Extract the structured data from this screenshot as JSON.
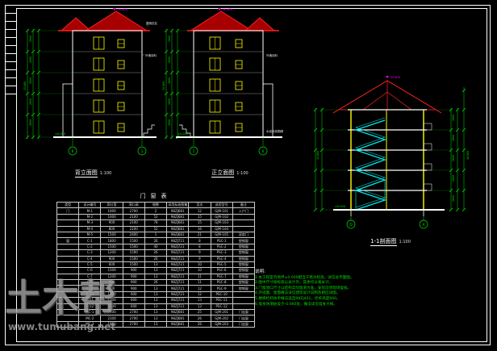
{
  "sheet": {
    "bg": "#000000",
    "line": "#ffffff"
  },
  "watermark": {
    "brand": "土木帮",
    "site": "www.tumubang.net"
  },
  "dims": {
    "floor": "2800",
    "elev_total": "15.600",
    "section_total": "16.800",
    "ridge": "19.870",
    "ground": "±0.000"
  },
  "callouts": {
    "e1_roof": "屋面挂瓦",
    "e1_wall": "外墙涂料",
    "e2_wall": "外墙涂料",
    "e2_base": "水泥砂浆勒脚"
  },
  "drawings": {
    "elev_back": {
      "title": "背立面图",
      "scale": "1:100",
      "axis_left": "6",
      "axis_right": "1"
    },
    "elev_front": {
      "title": "正立面图",
      "scale": "1:100",
      "axis_left": "1",
      "axis_right": "6"
    },
    "section": {
      "title": "1-1剖面图",
      "scale": "1:100",
      "axis_left": "D",
      "axis_right": "A"
    }
  },
  "schedule": {
    "title": "门窗表",
    "headers": [
      "类型",
      "设计编号",
      "洞口宽",
      "洞口高",
      "樘数",
      "采用标准图集",
      "页次",
      "选用型号",
      "备注"
    ],
    "rows": [
      [
        "门",
        "M-1",
        "1000",
        "2700",
        "2",
        "98ZJ681",
        "12",
        "GJM-101",
        "入户门"
      ],
      [
        "",
        "M-2",
        "1000",
        "2100",
        "52",
        "98ZJ681",
        "15",
        "GJM-102",
        ""
      ],
      [
        "",
        "M-3",
        "900",
        "2100",
        "78",
        "98ZJ681",
        "15",
        "GJM-103",
        ""
      ],
      [
        "",
        "M-4",
        "800",
        "2100",
        "52",
        "98ZJ681",
        "16",
        "GJM-104",
        ""
      ],
      [
        "",
        "M-5",
        "1500",
        "2400",
        "1",
        "98ZJ681",
        "21",
        "GJM-105",
        "双扇门"
      ],
      [
        "窗",
        "C-1",
        "1800",
        "1500",
        "26",
        "98ZJ721",
        "8",
        "PSC-1",
        "塑钢窗"
      ],
      [
        "",
        "C-2",
        "1500",
        "1500",
        "40",
        "98ZJ721",
        "8",
        "PSC-2",
        "塑钢窗"
      ],
      [
        "",
        "C-3",
        "1200",
        "1500",
        "26",
        "98ZJ721",
        "9",
        "PSC-3",
        "塑钢窗"
      ],
      [
        "",
        "C-4",
        "900",
        "1500",
        "26",
        "98ZJ721",
        "9",
        "PSC-4",
        "塑钢窗"
      ],
      [
        "",
        "C-5",
        "600",
        "1500",
        "13",
        "98ZJ721",
        "10",
        "PSC-5",
        "塑钢窗"
      ],
      [
        "",
        "C-6",
        "1500",
        "900",
        "13",
        "98ZJ721",
        "10",
        "PSC-6",
        "塑钢窗"
      ],
      [
        "",
        "C-7",
        "1200",
        "900",
        "13",
        "98ZJ721",
        "11",
        "PSC-7",
        "塑钢窗"
      ],
      [
        "",
        "C-8",
        "900",
        "900",
        "26",
        "98ZJ721",
        "11",
        "PSC-8",
        "塑钢窗"
      ],
      [
        "",
        "C-9",
        "600",
        "900",
        "13",
        "98ZJ721",
        "12",
        "PSC-9",
        "塑钢窗"
      ],
      [
        "",
        "C-10",
        "1800",
        "600",
        "13",
        "98ZJ721",
        "12",
        "PSC-10",
        ""
      ],
      [
        "",
        "C-11",
        "1500",
        "600",
        "13",
        "98ZJ721",
        "13",
        "PSC-11",
        ""
      ],
      [
        "",
        "C-12",
        "1200",
        "600",
        "13",
        "98ZJ721",
        "13",
        "PSC-12",
        ""
      ],
      [
        "",
        "MC-1",
        "2400",
        "2700",
        "13",
        "98ZJ681",
        "25",
        "GJM-201",
        "门连窗"
      ],
      [
        "",
        "MC-2",
        "2100",
        "2700",
        "13",
        "98ZJ681",
        "26",
        "GJM-202",
        "门连窗"
      ],
      [
        "",
        "MC-3",
        "1800",
        "2700",
        "13",
        "98ZJ681",
        "26",
        "GJM-203",
        "门连窗"
      ]
    ]
  },
  "notes": {
    "title": "说明:",
    "lines": [
      "1.本工程室内地坪±0.000相当于绝对标高，详见总平面图。",
      "2.图中尺寸除标高以米计外，其余均以毫米计。",
      "3.门窗洞口尺寸以结构实际留洞为准，安装前须现场复核。",
      "4.外墙面、屋面做法详见建筑设计说明及相应详图。",
      "5.楼梯栏杆扶手做法选自98ZJ401，栏杆高度900。",
      "6.墙身防潮层设于-0.060处，做法详见墙身大样。"
    ]
  }
}
